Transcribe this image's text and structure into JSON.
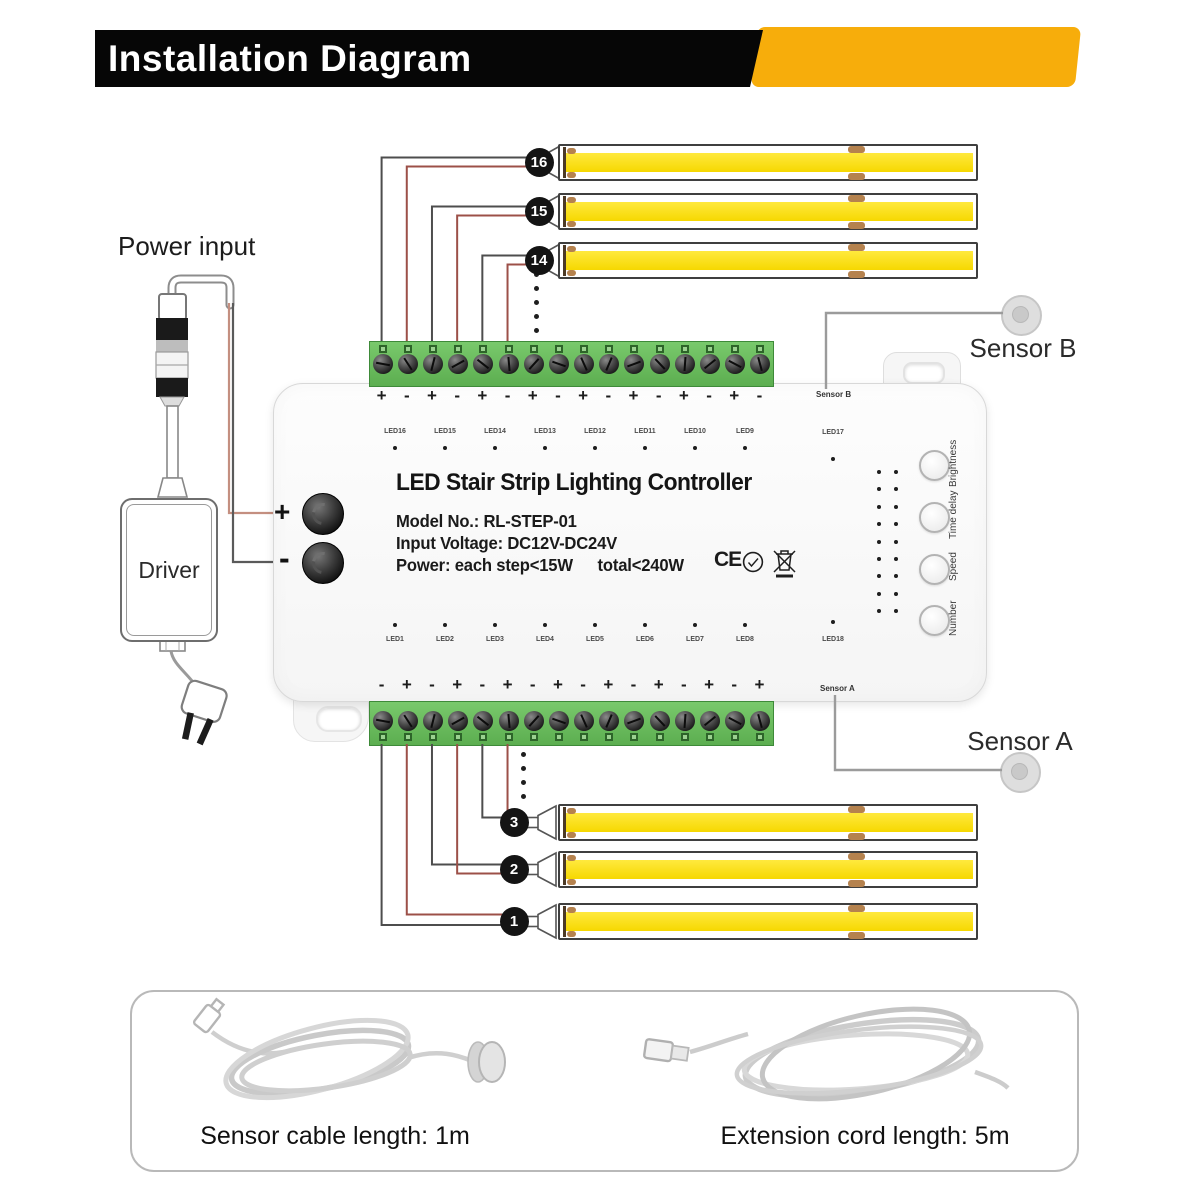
{
  "banner": {
    "title": "Installation Diagram"
  },
  "power_input": {
    "label": "Power input",
    "driver": "Driver",
    "plus": "+",
    "minus": "-"
  },
  "controller": {
    "title": "LED Stair Strip Lighting Controller",
    "model": "Model No.: RL-STEP-01",
    "voltage": "Input Voltage: DC12V-DC24V",
    "power_left": "Power: each step<15W",
    "power_right": "total<240W",
    "ce_mark": "CE",
    "top_led_labels": [
      "LED16",
      "LED15",
      "LED14",
      "LED13",
      "LED12",
      "LED11",
      "LED10",
      "LED9"
    ],
    "bottom_led_labels": [
      "LED1",
      "LED2",
      "LED3",
      "LED4",
      "LED5",
      "LED6",
      "LED7",
      "LED8"
    ],
    "led17": "LED17",
    "led18": "LED18",
    "buttons": [
      "Brightness",
      "Time delay",
      "Speed",
      "Number"
    ],
    "sensor_b_port": "Sensor B",
    "sensor_a_port": "Sensor A",
    "terminal_count": 16,
    "top_polarity": [
      "+",
      "-",
      "+",
      "-",
      "+",
      "-",
      "+",
      "-",
      "+",
      "-",
      "+",
      "-",
      "+",
      "-",
      "+",
      "-"
    ],
    "bottom_polarity": [
      "-",
      "+",
      "-",
      "+",
      "-",
      "+",
      "-",
      "+",
      "-",
      "+",
      "-",
      "+",
      "-",
      "+",
      "-",
      "+"
    ]
  },
  "strips": {
    "top_numbers": [
      "16",
      "15",
      "14"
    ],
    "bottom_numbers": [
      "3",
      "2",
      "1"
    ]
  },
  "sensors": {
    "sensor_b": "Sensor B",
    "sensor_a": "Sensor A"
  },
  "accessories": {
    "sensor_cable": "Sensor cable length: 1m",
    "extension_cord": "Extension cord length: 5m"
  },
  "colors": {
    "accent_yellow": "#F7AD0B",
    "strip_yellow": "#FFE41E",
    "terminal_green": "#6DC05F",
    "wire_dark": "#4D4D4D",
    "wire_red": "#9C5048"
  }
}
